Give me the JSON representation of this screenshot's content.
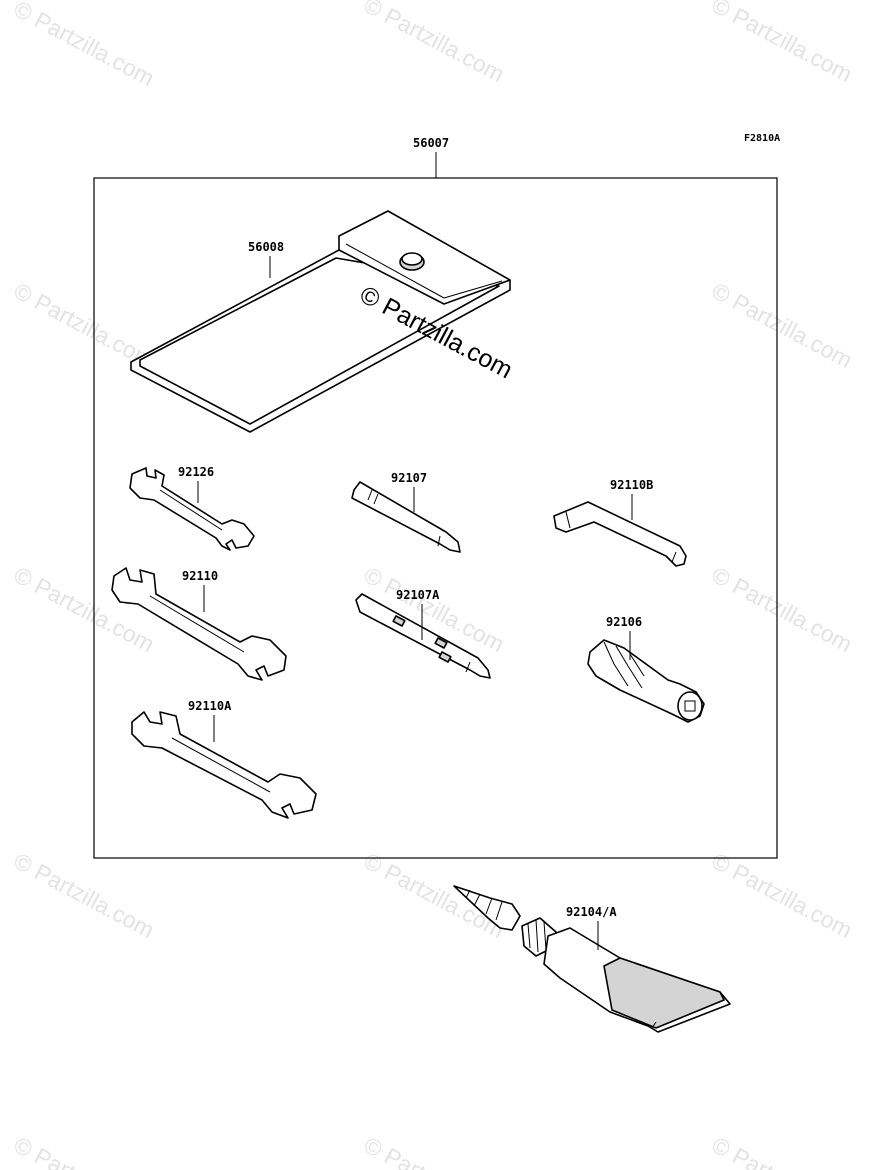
{
  "watermark": {
    "text": "© Partzilla.com",
    "center_text": "© Partzilla.com"
  },
  "figure_code": "F2810A",
  "group": {
    "part_number": "56007"
  },
  "parts": [
    {
      "id": "tool-bag",
      "part_number": "56008"
    },
    {
      "id": "wrench-small",
      "part_number": "92126"
    },
    {
      "id": "screwdriver-bit",
      "part_number": "92107"
    },
    {
      "id": "hex-key",
      "part_number": "92110B"
    },
    {
      "id": "wrench-medium",
      "part_number": "92110"
    },
    {
      "id": "screwdriver-shaft",
      "part_number": "92107A"
    },
    {
      "id": "screwdriver-handle",
      "part_number": "92106"
    },
    {
      "id": "wrench-large",
      "part_number": "92110A"
    },
    {
      "id": "grease-tube",
      "part_number": "92104/A"
    }
  ]
}
